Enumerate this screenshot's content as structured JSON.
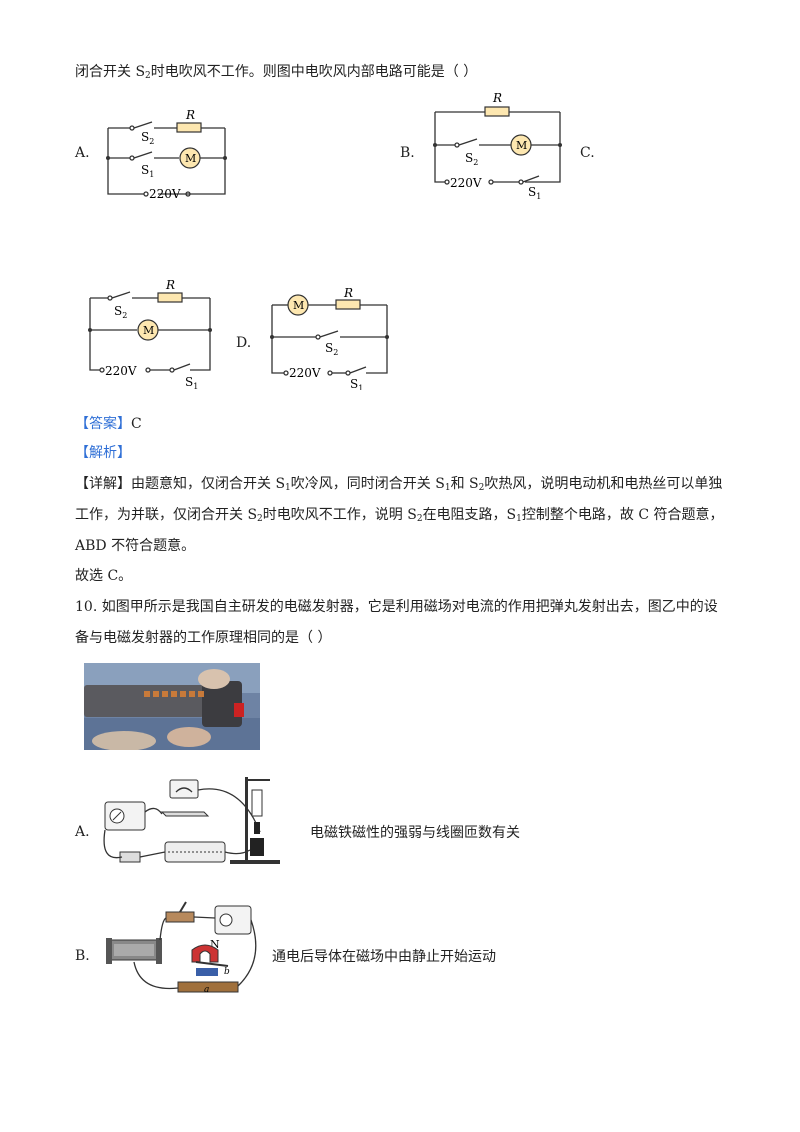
{
  "question9": {
    "stem_a": "闭合开关 S",
    "stem_sub": "2",
    "stem_b": "时电吹风不工作。则图中电吹风内部电路可能是（        ）"
  },
  "options9": {
    "a": "A.",
    "b": "B.",
    "c": "C.",
    "d": "D."
  },
  "circuit_labels": {
    "r": "R",
    "m": "M",
    "voltage": "220V",
    "s": "S",
    "sub1": "1",
    "sub2": "2"
  },
  "answer": {
    "tag": "【答案】",
    "value": "C",
    "analysis_tag": "【解析】"
  },
  "detail": {
    "tag": "【详解】",
    "l1_a": "由题意知，仅闭合开关 S",
    "l1_b": "吹冷风，同时闭合开关 S",
    "l1_c": "和 S",
    "l1_d": "吹热风，说明电动机和电热丝可以单独",
    "l2_a": "工作，为并联，仅闭合开关 S",
    "l2_b": "时电吹风不工作，说明 S",
    "l2_c": "在电阻支路，S",
    "l2_d": "控制整个电路，故 C 符合题意，",
    "l3": "ABD 不符合题意。",
    "l4": "故选 C。",
    "s1": "1",
    "s2": "2"
  },
  "question10": {
    "line1": "10. 如图甲所示是我国自主研发的电磁发射器，它是利用磁场对电流的作用把弹丸发射出去，图乙中的设",
    "line2": "备与电磁发射器的工作原理相同的是（        ）"
  },
  "options10": {
    "a_label": "A.",
    "a_text": "电磁铁磁性的强弱与线圈匝数有关",
    "b_label": "B.",
    "b_text": "通电后导体在磁场中由静止开始运动",
    "n_pole": "N",
    "rod_b": "b",
    "rod_a": "a"
  }
}
